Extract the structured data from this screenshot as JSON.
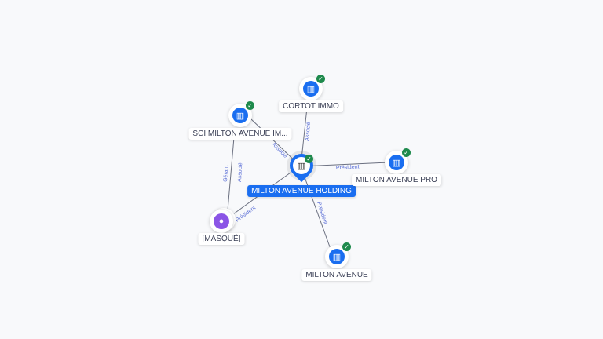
{
  "nodes": {
    "holding": {
      "label": "MILTON AVENUE HOLDING"
    },
    "cortot": {
      "label": "CORTOT IMMO"
    },
    "sci": {
      "label": "SCI MILTON AVENUE IM..."
    },
    "pro": {
      "label": "MILTON AVENUE PRO"
    },
    "ma": {
      "label": "MILTON AVENUE"
    },
    "masque": {
      "label": "[MASQUÉ]"
    }
  },
  "edges": {
    "holding_cortot": "Associé",
    "holding_sci": "Associé",
    "holding_pro": "Président",
    "holding_ma": "Président",
    "masque_holding": "Président",
    "masque_sci_1": "Gérant",
    "masque_sci_2": "Associé"
  },
  "colors": {
    "accent": "#1a6ef0",
    "verified": "#1e8a4c",
    "person": "#8b55e6"
  }
}
